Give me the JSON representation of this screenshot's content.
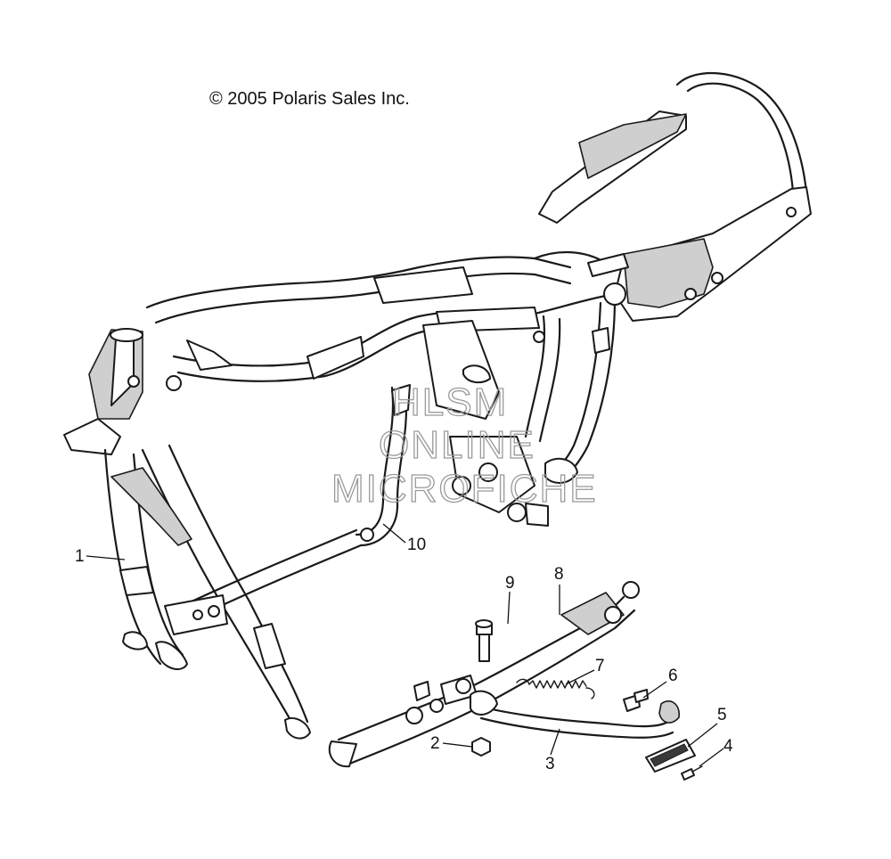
{
  "copyright": "© 2005 Polaris Sales Inc.",
  "watermark": [
    "HLSM",
    "ONLINE",
    "MICROFICHE"
  ],
  "callouts": [
    "1",
    "2",
    "3",
    "4",
    "5",
    "6",
    "7",
    "8",
    "9",
    "10"
  ]
}
